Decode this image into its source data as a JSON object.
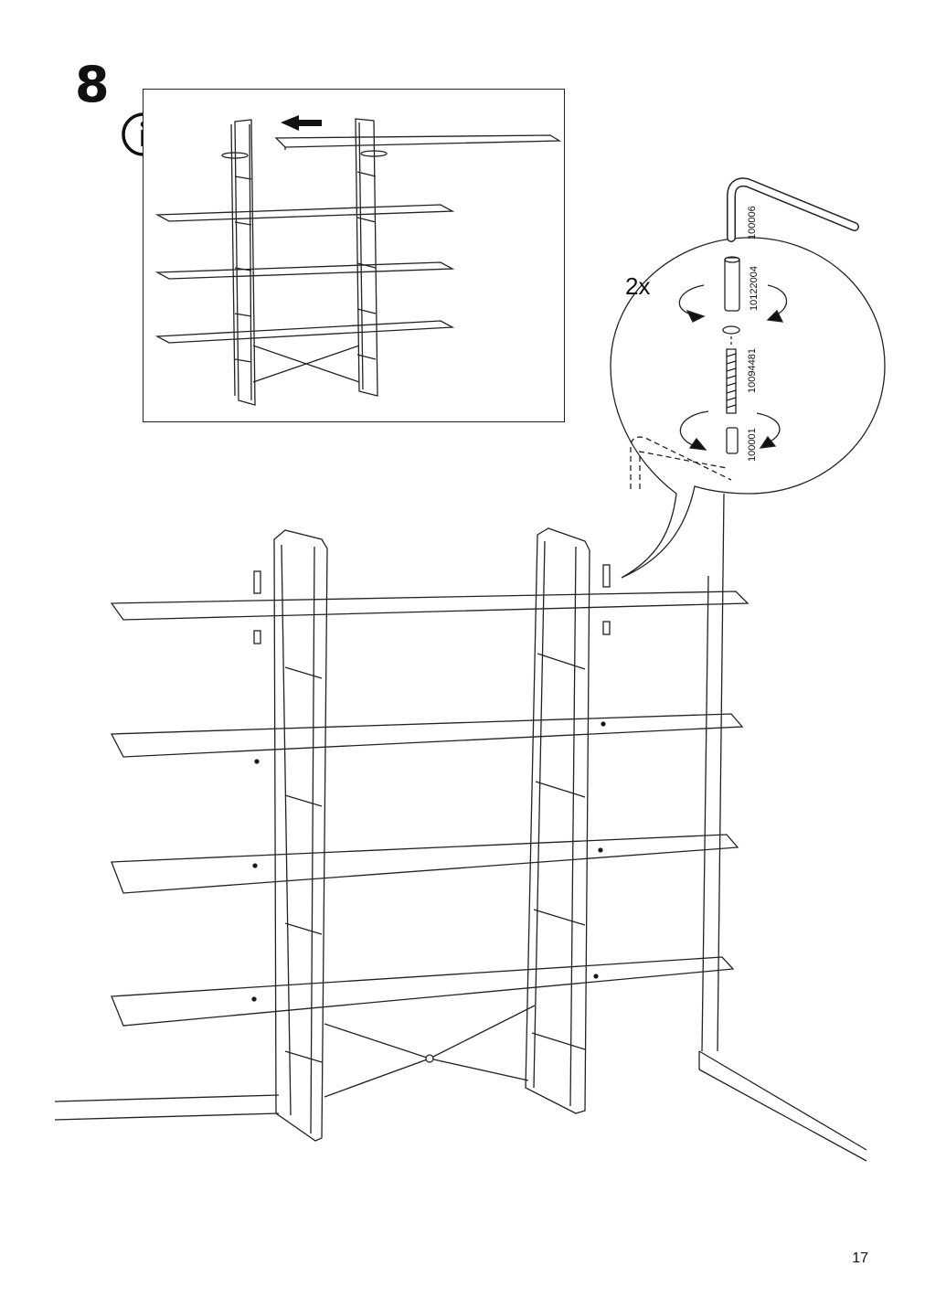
{
  "step": {
    "number": "8"
  },
  "info_panel": {
    "icon": "info-icon"
  },
  "detail": {
    "quantity": "2x",
    "parts": [
      "100006",
      "10122004",
      "10094481",
      "100001"
    ]
  },
  "footer": {
    "page_number": "17"
  }
}
